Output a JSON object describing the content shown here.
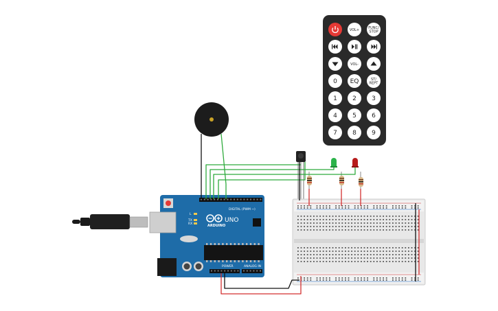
{
  "remote": {
    "buttons": [
      {
        "label": "",
        "icon": "power-icon",
        "color": "#e53935"
      },
      {
        "label": "VOL+"
      },
      {
        "label": "FUNC/\nSTOP"
      },
      {
        "label": "",
        "icon": "skip-back-icon"
      },
      {
        "label": "",
        "icon": "play-pause-icon"
      },
      {
        "label": "",
        "icon": "skip-forward-icon"
      },
      {
        "label": "",
        "icon": "down-arrow-icon"
      },
      {
        "label": "VOL-"
      },
      {
        "label": "",
        "icon": "up-arrow-icon"
      },
      {
        "label": "0"
      },
      {
        "label": "EQ"
      },
      {
        "label": "ST/\nREPT"
      },
      {
        "label": "1"
      },
      {
        "label": "2"
      },
      {
        "label": "3"
      },
      {
        "label": "4"
      },
      {
        "label": "5"
      },
      {
        "label": "6"
      },
      {
        "label": "7"
      },
      {
        "label": "8"
      },
      {
        "label": "9"
      }
    ]
  },
  "arduino": {
    "logo_text": "ARDUINO",
    "model": "UNO",
    "digital_label": "DIGITAL (PWM ~)",
    "power_label": "POWER",
    "analog_label": "ANALOG IN",
    "led_labels": [
      "L",
      "TX",
      "RX"
    ]
  },
  "colors": {
    "arduino_board": "#1e6ca8",
    "remote_body": "#2a2a2a",
    "wire_green": "#2eaa3c",
    "wire_red": "#d32f2f",
    "wire_black": "#111111",
    "led_green": "#2bb34a",
    "led_red": "#b71c1c"
  }
}
